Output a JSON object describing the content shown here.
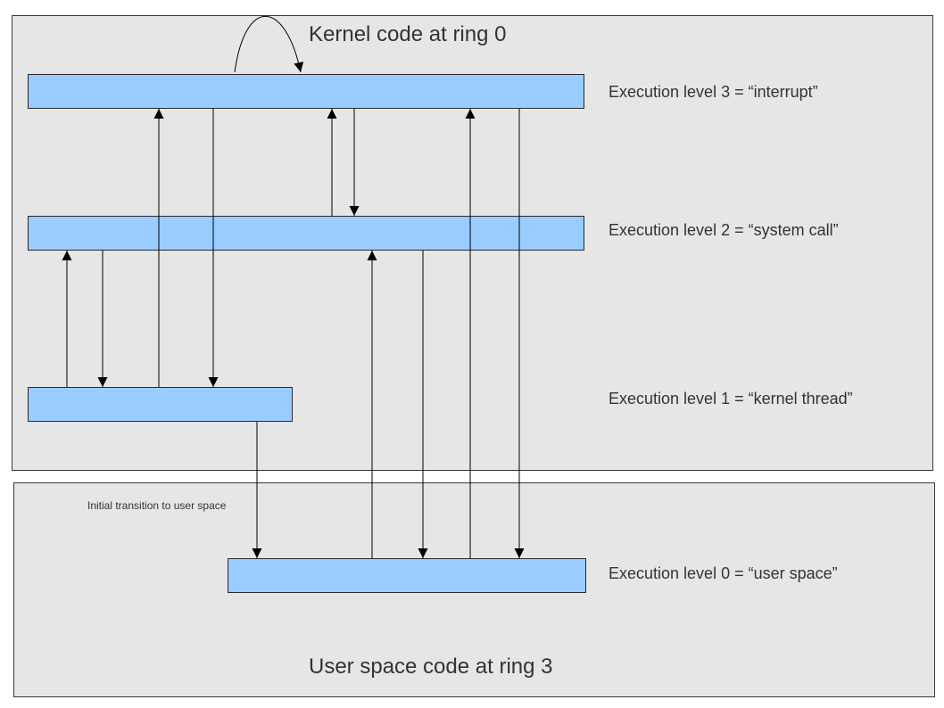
{
  "diagram": {
    "kernel_title": "Kernel code at ring 0",
    "user_title": "User space code at ring 3",
    "transition_note": "Initial transition to user space",
    "levels": [
      {
        "level": 3,
        "label": "Execution level 3 = “interrupt”"
      },
      {
        "level": 2,
        "label": "Execution level 2 = “system call”"
      },
      {
        "level": 1,
        "label": "Execution level 1 = “kernel thread”"
      },
      {
        "level": 0,
        "label": "Execution level 0 = “user space”"
      }
    ],
    "transitions": [
      {
        "from": 3,
        "to": 3
      },
      {
        "from": 1,
        "to": 3
      },
      {
        "from": 3,
        "to": 1
      },
      {
        "from": 2,
        "to": 3
      },
      {
        "from": 3,
        "to": 2
      },
      {
        "from": 0,
        "to": 3
      },
      {
        "from": 3,
        "to": 0
      },
      {
        "from": 1,
        "to": 2
      },
      {
        "from": 2,
        "to": 1
      },
      {
        "from": 0,
        "to": 2
      },
      {
        "from": 2,
        "to": 0
      },
      {
        "from": 1,
        "to": 0
      }
    ],
    "colors": {
      "bar_fill": "#99ccff",
      "region_fill": "#e6e6e6",
      "line": "#000000",
      "text": "#333333"
    }
  }
}
